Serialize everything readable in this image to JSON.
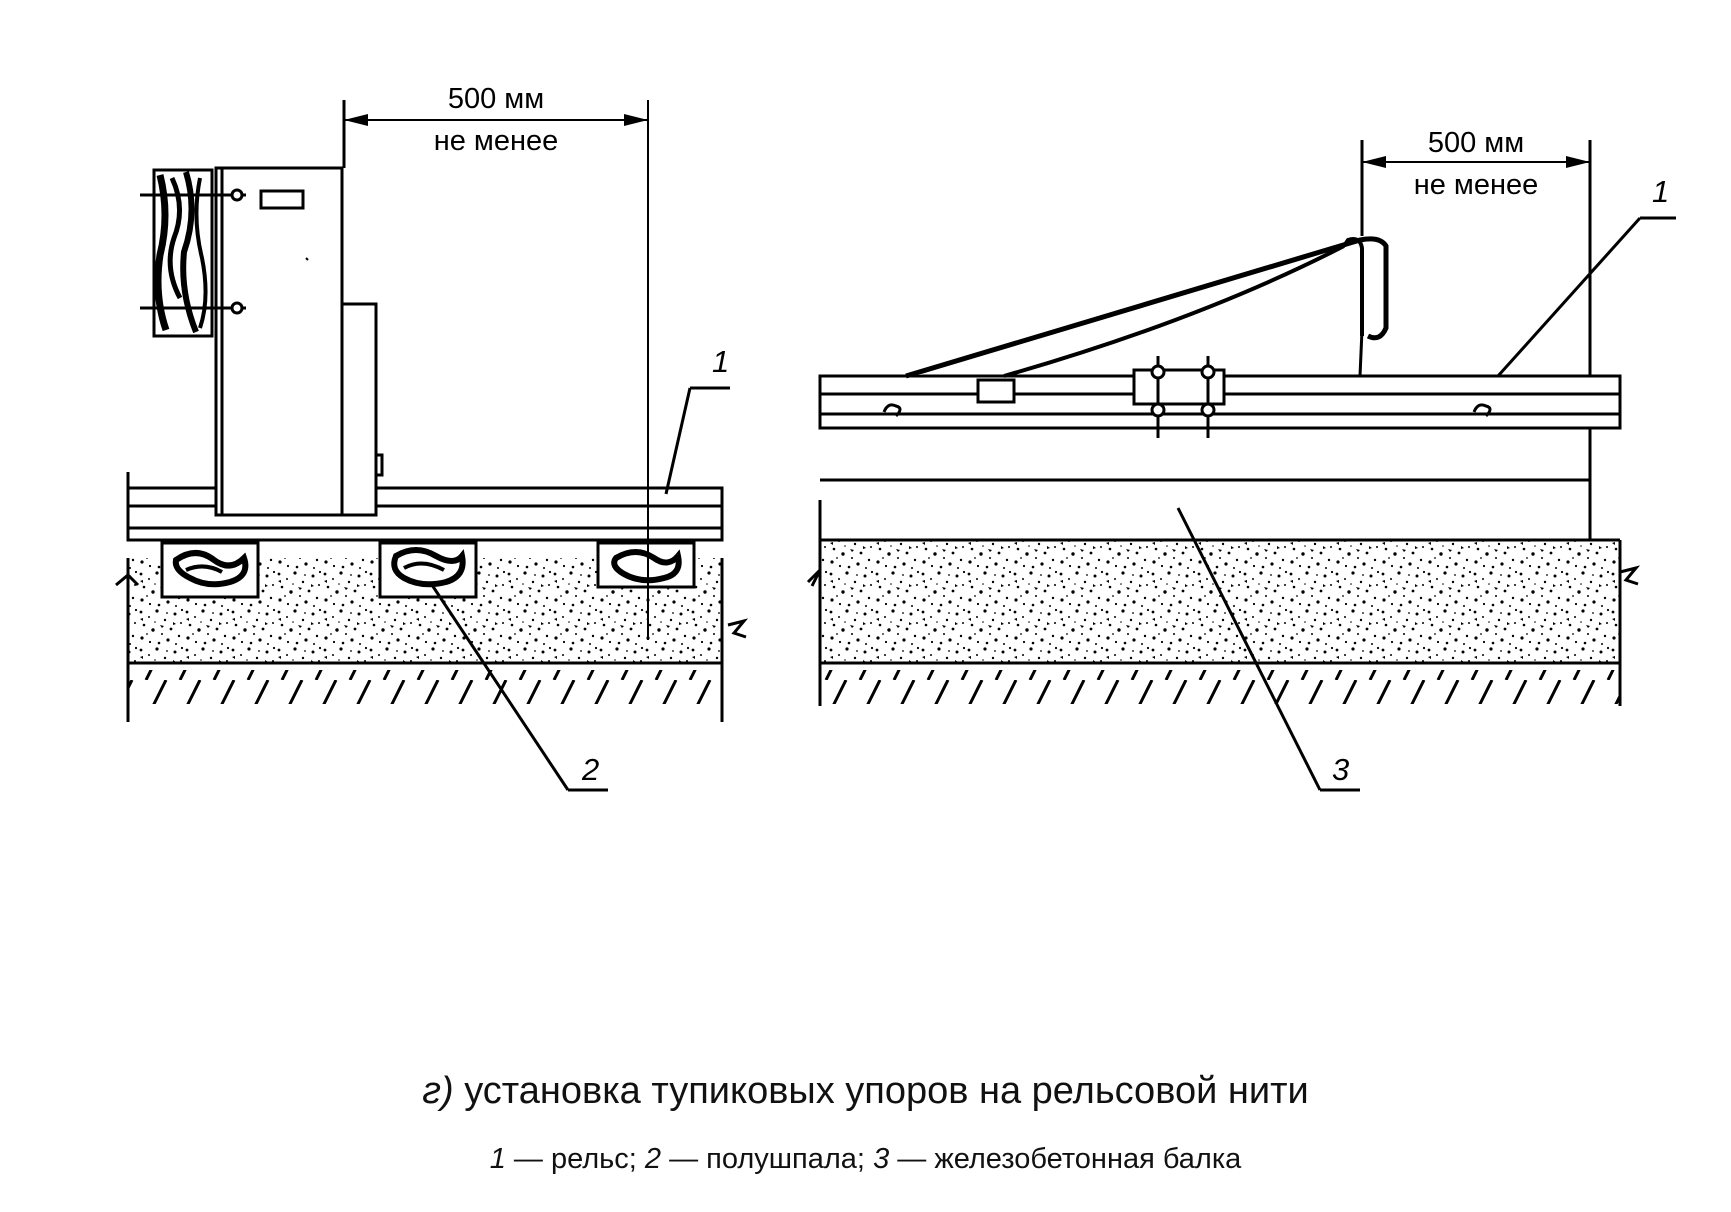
{
  "dimension": {
    "left": {
      "value": "500 мм",
      "note": "не менее"
    },
    "right": {
      "value": "500 мм",
      "note": "не менее"
    }
  },
  "callouts": {
    "left_rail": "1",
    "left_sleeper": "2",
    "right_rail": "1",
    "right_beam": "3"
  },
  "caption": {
    "prefix": "г)",
    "text": "установка тупиковых упоров на рельсовой нити"
  },
  "legend": [
    {
      "num": "1",
      "label": "— рельс;"
    },
    {
      "num": "2",
      "label": "— полушпала;"
    },
    {
      "num": "3",
      "label": "— железобетонная балка"
    }
  ]
}
